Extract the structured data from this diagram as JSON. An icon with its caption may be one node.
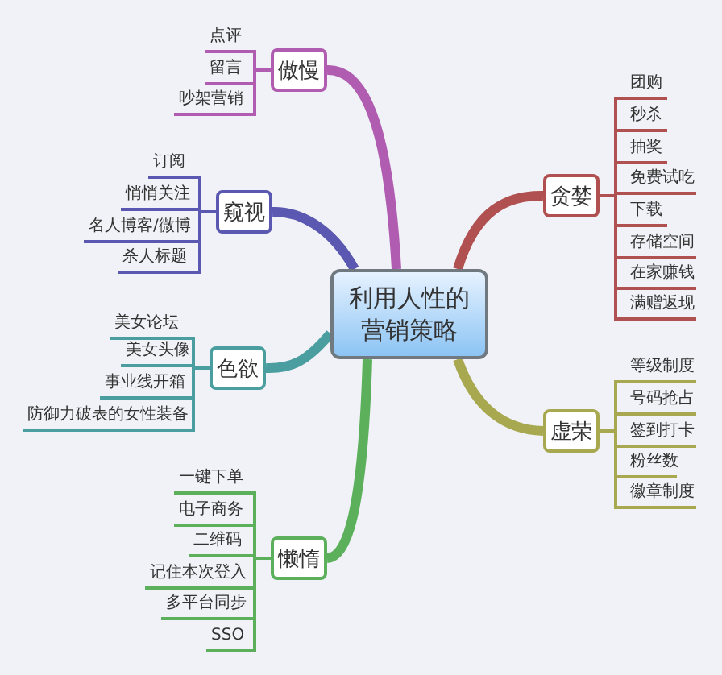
{
  "diagram": {
    "nodes": [
      {
        "text": [
          "利用人性的营销策略"
        ]
      },
      {
        "text": [
          "傲慢"
        ]
      },
      {
        "text": [
          "点评"
        ]
      },
      {
        "text": [
          "留言"
        ]
      },
      {
        "text": [
          "吵架营销"
        ]
      },
      {
        "text": [
          "窥视"
        ]
      },
      {
        "text": [
          "订阅"
        ]
      },
      {
        "text": [
          "悄悄关注"
        ]
      },
      {
        "text": [
          "名人博客/微博"
        ]
      },
      {
        "text": [
          "杀人标题"
        ]
      },
      {
        "text": [
          "色欲"
        ]
      },
      {
        "text": [
          "美女论坛"
        ]
      },
      {
        "text": [
          "美女头像"
        ]
      },
      {
        "text": [
          "事业线开箱"
        ]
      },
      {
        "text": [
          "防御力破表的女性装备"
        ]
      },
      {
        "text": [
          "懒惰"
        ]
      },
      {
        "text": [
          "一键下单"
        ]
      },
      {
        "text": [
          "电子商务"
        ]
      },
      {
        "text": [
          "二维码"
        ]
      },
      {
        "text": [
          "记住本次登入"
        ]
      },
      {
        "text": [
          "多平台同步"
        ]
      },
      {
        "text": [
          "SSO"
        ]
      },
      {
        "text": [
          "贪婪"
        ]
      },
      {
        "text": [
          "团购"
        ]
      },
      {
        "text": [
          "秒杀"
        ]
      },
      {
        "text": [
          "抽奖"
        ]
      },
      {
        "text": [
          "免费试吃"
        ]
      },
      {
        "text": [
          "下载"
        ]
      },
      {
        "text": [
          "存储空间"
        ]
      },
      {
        "text": [
          "在家赚钱"
        ]
      },
      {
        "text": [
          "满赠返现"
        ]
      },
      {
        "text": [
          "虚荣"
        ]
      },
      {
        "text": [
          "等级制度"
        ]
      },
      {
        "text": [
          "号码抢占"
        ]
      },
      {
        "text": [
          "签到打卡"
        ]
      },
      {
        "text": [
          "粉丝数"
        ]
      },
      {
        "text": [
          "徽章制度"
        ]
      }
    ],
    "edges": [
      {
        "from": 0,
        "to": 1,
        "arrow": "none",
        "style": "thick",
        "color": "#b05cb0"
      },
      {
        "from": 1,
        "to": 2,
        "arrow": "none",
        "color": "#b05cb0"
      },
      {
        "from": 1,
        "to": 3,
        "arrow": "none",
        "color": "#b05cb0"
      },
      {
        "from": 1,
        "to": 4,
        "arrow": "none",
        "color": "#b05cb0"
      },
      {
        "from": 0,
        "to": 5,
        "arrow": "none",
        "style": "thick",
        "color": "#5a58b0"
      },
      {
        "from": 5,
        "to": 6,
        "arrow": "none",
        "color": "#5a58b0"
      },
      {
        "from": 5,
        "to": 7,
        "arrow": "none",
        "color": "#5a58b0"
      },
      {
        "from": 5,
        "to": 8,
        "arrow": "none",
        "color": "#5a58b0"
      },
      {
        "from": 5,
        "to": 9,
        "arrow": "none",
        "color": "#5a58b0"
      },
      {
        "from": 0,
        "to": 10,
        "arrow": "none",
        "style": "thick",
        "color": "#4a9ea0"
      },
      {
        "from": 10,
        "to": 11,
        "arrow": "none",
        "color": "#4a9ea0"
      },
      {
        "from": 10,
        "to": 12,
        "arrow": "none",
        "color": "#4a9ea0"
      },
      {
        "from": 10,
        "to": 13,
        "arrow": "none",
        "color": "#4a9ea0"
      },
      {
        "from": 10,
        "to": 14,
        "arrow": "none",
        "color": "#4a9ea0"
      },
      {
        "from": 0,
        "to": 15,
        "arrow": "none",
        "style": "thick",
        "color": "#5cb05c"
      },
      {
        "from": 15,
        "to": 16,
        "arrow": "none",
        "color": "#5cb05c"
      },
      {
        "from": 15,
        "to": 17,
        "arrow": "none",
        "color": "#5cb05c"
      },
      {
        "from": 15,
        "to": 18,
        "arrow": "none",
        "color": "#5cb05c"
      },
      {
        "from": 15,
        "to": 19,
        "arrow": "none",
        "color": "#5cb05c"
      },
      {
        "from": 15,
        "to": 20,
        "arrow": "none",
        "color": "#5cb05c"
      },
      {
        "from": 15,
        "to": 21,
        "arrow": "none",
        "color": "#5cb05c"
      },
      {
        "from": 0,
        "to": 22,
        "arrow": "none",
        "style": "thick",
        "color": "#b05050"
      },
      {
        "from": 22,
        "to": 23,
        "arrow": "none",
        "color": "#b05050"
      },
      {
        "from": 22,
        "to": 24,
        "arrow": "none",
        "color": "#b05050"
      },
      {
        "from": 22,
        "to": 25,
        "arrow": "none",
        "color": "#b05050"
      },
      {
        "from": 22,
        "to": 26,
        "arrow": "none",
        "color": "#b05050"
      },
      {
        "from": 22,
        "to": 27,
        "arrow": "none",
        "color": "#b05050"
      },
      {
        "from": 22,
        "to": 28,
        "arrow": "none",
        "color": "#b05050"
      },
      {
        "from": 22,
        "to": 29,
        "arrow": "none",
        "color": "#b05050"
      },
      {
        "from": 22,
        "to": 30,
        "arrow": "none",
        "color": "#b05050"
      },
      {
        "from": 0,
        "to": 31,
        "arrow": "none",
        "style": "thick",
        "color": "#a8a850"
      },
      {
        "from": 31,
        "to": 32,
        "arrow": "none",
        "color": "#a8a850"
      },
      {
        "from": 31,
        "to": 33,
        "arrow": "none",
        "color": "#a8a850"
      },
      {
        "from": 31,
        "to": 34,
        "arrow": "none",
        "color": "#a8a850"
      },
      {
        "from": 31,
        "to": 35,
        "arrow": "none",
        "color": "#a8a850"
      },
      {
        "from": 31,
        "to": 36,
        "arrow": "none",
        "color": "#a8a850"
      }
    ]
  }
}
